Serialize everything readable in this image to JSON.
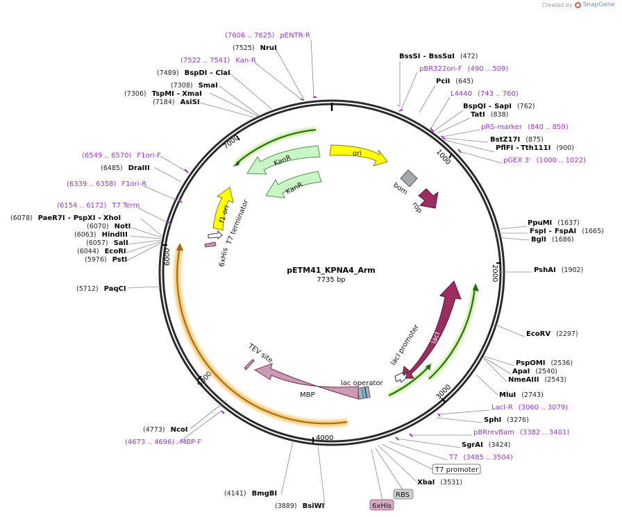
{
  "brand": {
    "created_by": "Created by",
    "product": "SnapGene"
  },
  "plasmid": {
    "name": "pETM41_KPNA4_Arm",
    "size_label": "7735 bp",
    "length": 7735
  },
  "ticks": [
    {
      "pos": 1000,
      "label": "1000"
    },
    {
      "pos": 2000,
      "label": "2000"
    },
    {
      "pos": 3000,
      "label": "3000"
    },
    {
      "pos": 4000,
      "label": "4000"
    },
    {
      "pos": 5000,
      "label": "5000"
    },
    {
      "pos": 6000,
      "label": "6000"
    },
    {
      "pos": 7000,
      "label": "7000"
    }
  ],
  "enzymes": [
    {
      "id": "bsssi",
      "name": "BssSI",
      "alt": "BssSαI",
      "pos": "(472)",
      "site": 472
    },
    {
      "id": "pbr322ori-f",
      "primer": "pBR322ori-F",
      "range": "(490 .. 509)",
      "site": 500
    },
    {
      "id": "pcii",
      "name": "PciI",
      "pos": "(645)",
      "site": 645
    },
    {
      "id": "l4440",
      "primer": "L4440",
      "range": "(743 .. 760)",
      "site": 751
    },
    {
      "id": "bspqi",
      "name": "BspQI",
      "alt": "SapI",
      "pos": "(762)",
      "site": 762
    },
    {
      "id": "tati",
      "name": "TatI",
      "pos": "(838)",
      "site": 838
    },
    {
      "id": "prs-marker",
      "primer": "pRS-marker",
      "range": "(840 .. 859)",
      "site": 850
    },
    {
      "id": "bstz17i",
      "name": "BstZ17I",
      "pos": "(875)",
      "site": 875
    },
    {
      "id": "pfifi",
      "name": "PflFI",
      "alt": "Tth111I",
      "pos": "(900)",
      "site": 900
    },
    {
      "id": "pgex3",
      "primer": "pGEX 3'",
      "range": "(1000 .. 1022)",
      "site": 1011
    },
    {
      "id": "ppumi",
      "name": "PpuMI",
      "pos": "(1637)",
      "site": 1637
    },
    {
      "id": "fspi",
      "name": "FspI",
      "alt": "FspAI",
      "pos": "(1665)",
      "site": 1665
    },
    {
      "id": "bgli",
      "name": "BglI",
      "pos": "(1686)",
      "site": 1686
    },
    {
      "id": "pshai",
      "name": "PshAI",
      "pos": "(1902)",
      "site": 1902
    },
    {
      "id": "ecorv",
      "name": "EcoRV",
      "pos": "(2297)",
      "site": 2297
    },
    {
      "id": "pspomi",
      "name": "PspOMI",
      "pos": "(2536)",
      "site": 2536
    },
    {
      "id": "apai",
      "name": "ApaI",
      "pos": "(2540)",
      "site": 2540
    },
    {
      "id": "nmeaiii",
      "name": "NmeAIII",
      "pos": "(2543)",
      "site": 2543
    },
    {
      "id": "mlui",
      "name": "MluI",
      "pos": "(2743)",
      "site": 2743
    },
    {
      "id": "laci-r",
      "primer": "LacI-R",
      "range": "(3060 .. 3079)",
      "site": 3070
    },
    {
      "id": "sphi",
      "name": "SphI",
      "pos": "(3276)",
      "site": 3276
    },
    {
      "id": "pbrrevbam",
      "primer": "pBRrevBam",
      "range": "(3382 .. 3401)",
      "site": 3391
    },
    {
      "id": "sgrai",
      "name": "SgrAI",
      "pos": "(3424)",
      "site": 3424
    },
    {
      "id": "t7",
      "primer": "T7",
      "range": "(3485 .. 3504)",
      "site": 3494
    },
    {
      "id": "t7-promoter",
      "feature": "T7 promoter",
      "site": 3462
    },
    {
      "id": "xbai",
      "name": "XbaI",
      "pos": "(3531)",
      "site": 3531
    },
    {
      "id": "rbs",
      "feature": "RBS",
      "site": 3560
    },
    {
      "id": "6xhis-b",
      "feature": "6xHis",
      "site": 3620
    },
    {
      "id": "bsiwi",
      "name": "BsiWI",
      "pos": "(3889)",
      "site": 3889
    },
    {
      "id": "bmgbi",
      "name": "BmgBI",
      "pos": "(4141)",
      "site": 4141
    },
    {
      "id": "ncoi",
      "name": "NcoI",
      "pos": "(4773)",
      "site": 4773
    },
    {
      "id": "mbp-f",
      "primer": "MBP-F",
      "range": "(4673 .. 4696)",
      "site": 4685
    },
    {
      "id": "paqci",
      "name": "PaqCI",
      "pos": "(5712)",
      "site": 5712
    },
    {
      "id": "psti",
      "name": "PstI",
      "pos": "(5976)",
      "site": 5976
    },
    {
      "id": "ecori",
      "name": "EcoRI",
      "pos": "(6044)",
      "site": 6044
    },
    {
      "id": "sali",
      "name": "SalI",
      "pos": "(6057)",
      "site": 6057
    },
    {
      "id": "hindiii",
      "name": "HindIII",
      "pos": "(6063)",
      "site": 6063
    },
    {
      "id": "noti",
      "name": "NotI",
      "pos": "(6070)",
      "site": 6070
    },
    {
      "id": "paer7i",
      "name": "PaeR7I",
      "alt": "PspXI",
      "alt2": "XhoI",
      "pos": "(6078)",
      "site": 6078
    },
    {
      "id": "t7-term",
      "primer": "T7 Term",
      "range": "(6154 .. 6172)",
      "site": 6163
    },
    {
      "id": "f1ori-r",
      "primer": "F1ori-R",
      "range": "(6339 .. 6358)",
      "site": 6348
    },
    {
      "id": "draiii",
      "name": "DraIII",
      "pos": "(6485)",
      "site": 6485
    },
    {
      "id": "f1ori-f",
      "primer": "F1ori-F",
      "range": "(6549 .. 6570)",
      "site": 6560
    },
    {
      "id": "asisi",
      "name": "AsiSI",
      "pos": "(7184)",
      "site": 7184
    },
    {
      "id": "tspmi",
      "name": "TspMI",
      "alt": "XmaI",
      "pos": "(7306)",
      "site": 7306
    },
    {
      "id": "smai",
      "name": "SmaI",
      "pos": "(7308)",
      "site": 7308
    },
    {
      "id": "bspdi",
      "name": "BspDI",
      "alt": "ClaI",
      "pos": "(7489)",
      "site": 7489
    },
    {
      "id": "kan-r",
      "primer": "Kan-R",
      "range": "(7522 .. 7541)",
      "site": 7531
    },
    {
      "id": "nrui",
      "name": "NruI",
      "pos": "(7525)",
      "site": 7525
    },
    {
      "id": "pentr-r",
      "primer": "pENTR-R",
      "range": "(7606 .. 7625)",
      "site": 7615
    }
  ],
  "features": {
    "ori": "ori",
    "bom": "bom",
    "rop": "rop",
    "kanr": "KanR",
    "kanr2": "KanR",
    "f1ori": "f1 ori",
    "t7term": "T7 terminator",
    "sixhis": "6xHis",
    "laci": "lacI",
    "laci_promoter": "lacI promoter",
    "lac_operator": "lac operator",
    "mbp": "MBP",
    "tev": "TEV site"
  },
  "colors": {
    "ori": "#ffff00",
    "kanr": "#c8f7c5",
    "bom": "#a6a9ab",
    "rop": "#9b2d5f",
    "laci": "#9b2d5f",
    "mbp": "#cc9ab4",
    "orf_green": "#8fcf2a",
    "orf_orange": "#f5c56b",
    "primer": "#9b30d9",
    "backbone": "#2a2a2a"
  }
}
